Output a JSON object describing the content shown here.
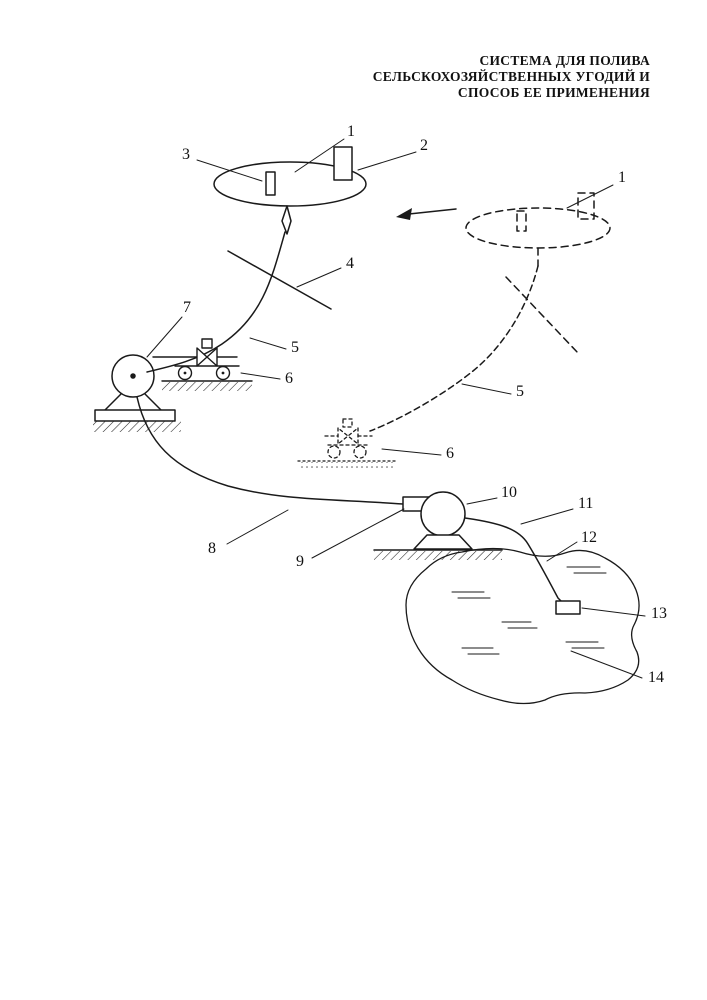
{
  "title": {
    "line1": "СИСТЕМА ДЛЯ ПОЛИВА",
    "line2": "СЕЛЬСКОХОЗЯЙСТВЕННЫХ УГОДИЙ И",
    "line3": "СПОСОБ ЕЕ ПРИМЕНЕНИЯ"
  },
  "labels": {
    "balloon": "1",
    "equipment": "2",
    "device": "3",
    "tether": "4",
    "hose": "5",
    "cart": "6",
    "winch": "7",
    "pipe": "8",
    "pump_inlet": "9",
    "pump": "10",
    "suction_hose_upper": "11",
    "suction_hose_lower": "12",
    "intake": "13",
    "reservoir": "14",
    "balloon_ghost": "1",
    "hose_ghost": "5",
    "cart_ghost": "6"
  },
  "colors": {
    "ink": "#1a1a1a",
    "background": "#ffffff"
  }
}
